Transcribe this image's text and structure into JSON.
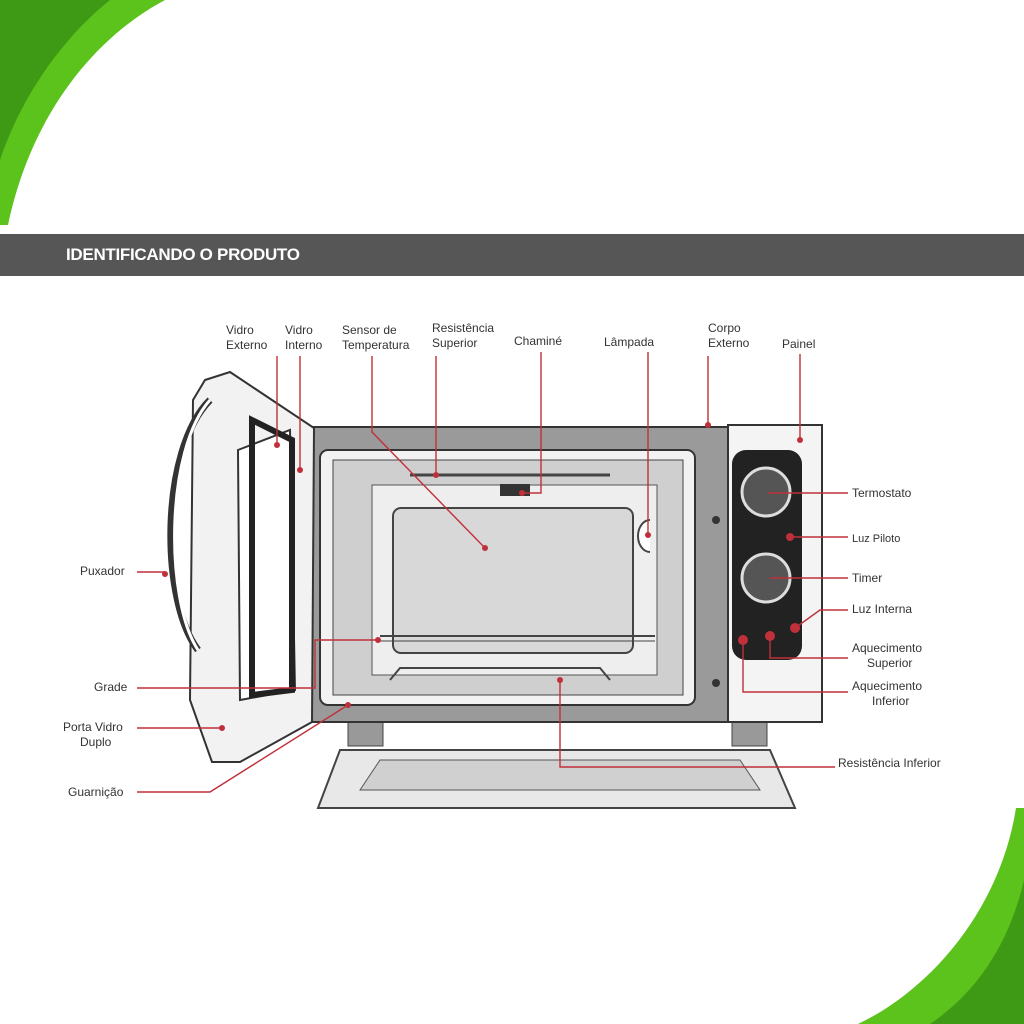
{
  "header": {
    "title": "IDENTIFICANDO O PRODUTO"
  },
  "colors": {
    "header_bg": "#565656",
    "accent": "#c0303a",
    "green": "#5cc21c"
  },
  "labels": {
    "vidro_externo": [
      "Vidro",
      "Externo"
    ],
    "vidro_interno": [
      "Vidro",
      "Interno"
    ],
    "sensor": [
      "Sensor de",
      "Temperatura"
    ],
    "resistencia_superior": [
      "Resistência",
      "Superior"
    ],
    "chamine": "Chaminé",
    "lampada": "Lâmpada",
    "corpo_externo": [
      "Corpo",
      "Externo"
    ],
    "painel": "Painel",
    "termostato": "Termostato",
    "luz_piloto": "Luz Piloto",
    "timer": "Timer",
    "luz_interna": "Luz Interna",
    "aquecimento_superior": [
      "Aquecimento",
      "Superior"
    ],
    "aquecimento_inferior": [
      "Aquecimento",
      "Inferior"
    ],
    "resistencia_inferior": "Resistência Inferior",
    "puxador": "Puxador",
    "grade": "Grade",
    "porta_vidro_duplo": [
      "Porta Vidro",
      "Duplo"
    ],
    "guarnicao": "Guarnição"
  }
}
